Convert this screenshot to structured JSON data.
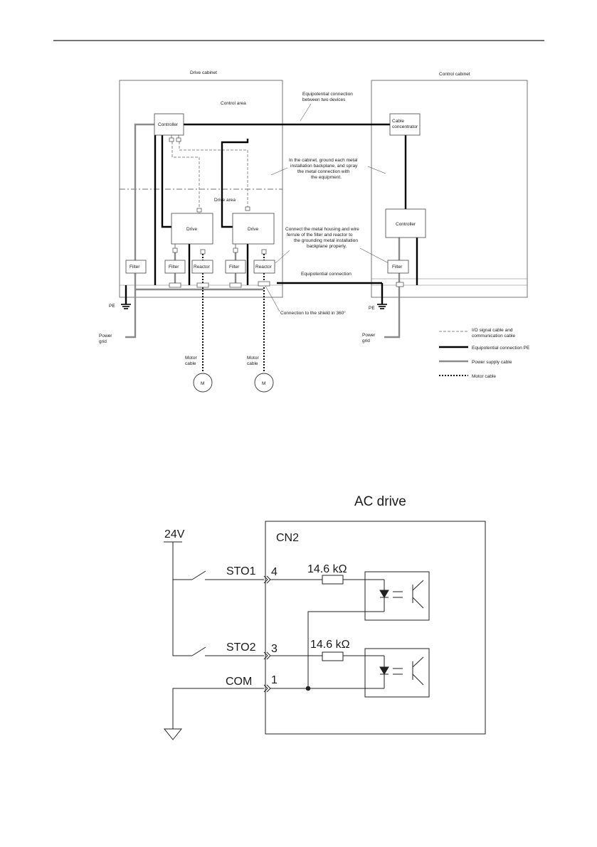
{
  "cabinet_diagram": {
    "drive_cabinet_label": "Drive cabinet",
    "control_cabinet_label": "Control cabinet",
    "control_area_label": "Control area",
    "drive_area_label": "Drive area",
    "equip_between_line1": "Equipotential connection",
    "equip_between_line2": "between two devices",
    "ground_note_lines": [
      "In the cabinet, ground each metal",
      "installation backplane, and spray",
      "the metal connection with",
      "the equipment."
    ],
    "housing_note_lines": [
      "Connect the metal housing and wire",
      "ferrule of the filter and reactor to",
      "the grounding metal installation",
      "backplane properly."
    ],
    "equipotential_label": "Equipotential connection",
    "shield_label": "Connection to the shield in 360°",
    "controller_label": "Controller",
    "controller2_label": "Controller",
    "cable_conc_line1": "Cable",
    "cable_conc_line2": "concentrator",
    "drive_label": "Drive",
    "filter_label": "Filter",
    "reactor_label": "Reactor",
    "pe_label": "PE",
    "power_grid_line1": "Power",
    "power_grid_line2": "grid",
    "motor_cable_line1": "Motor",
    "motor_cable_line2": "cable",
    "motor_symbol": "M",
    "legend": {
      "io_line1": "I/O signal cable and",
      "io_line2": "communication cable",
      "pe": "Equipotential connection PE",
      "power": "Power supply cable",
      "motor": "Motor cable"
    }
  },
  "sto_diagram": {
    "title": "AC drive",
    "connector": "CN2",
    "supply": "24V",
    "sto1_label": "STO1",
    "sto1_pin": "4",
    "sto2_label": "STO2",
    "sto2_pin": "3",
    "com_label": "COM",
    "com_pin": "1",
    "resistor1": "14.6 kΩ",
    "resistor2": "14.6 kΩ"
  }
}
